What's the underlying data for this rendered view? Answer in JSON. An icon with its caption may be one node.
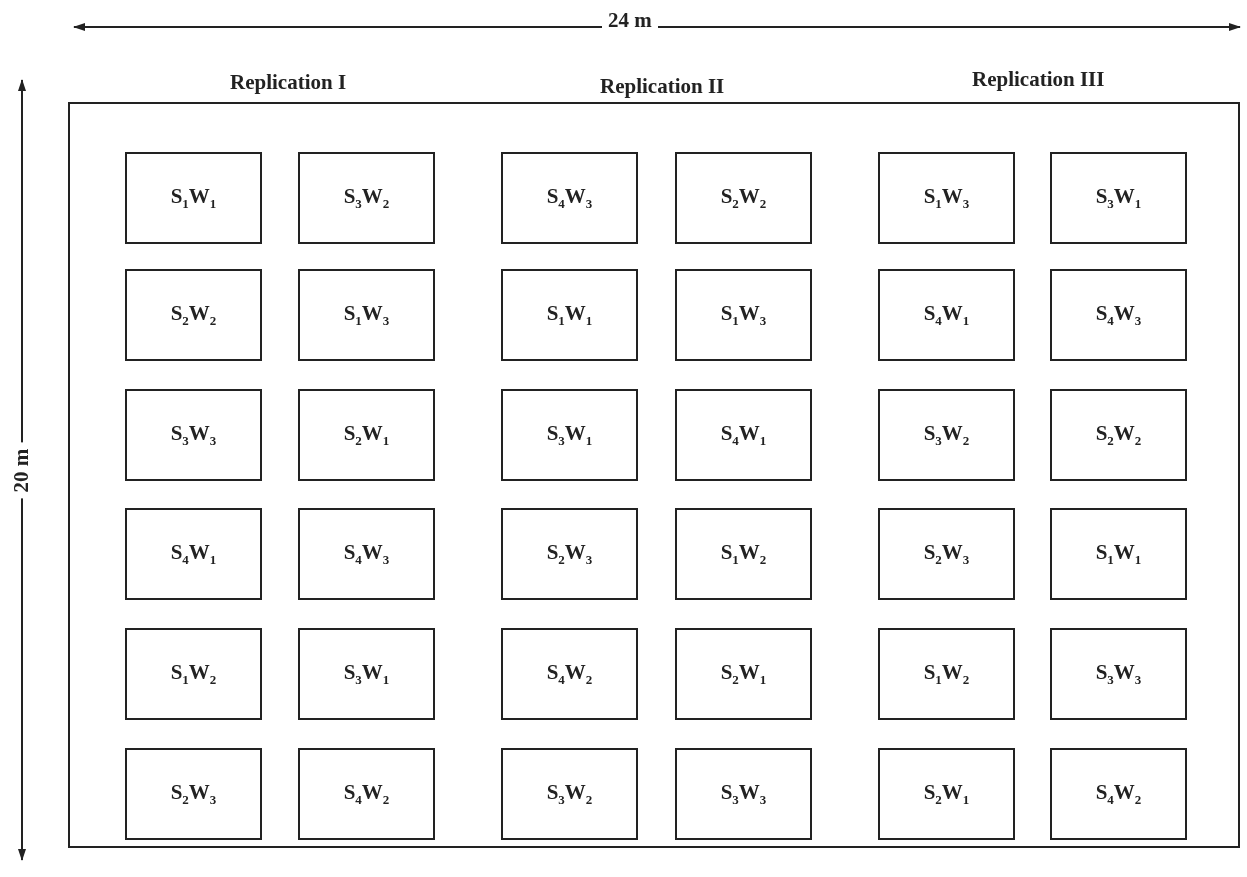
{
  "diagram": {
    "nodes": [
      {
        "text": [],
        "shape": "box"
      },
      {
        "text": [
          "S$_{1}$W$_{1}$"
        ],
        "in": 0
      },
      {
        "text": [
          "S$_{3}$W$_{2}$"
        ],
        "in": 0
      },
      {
        "text": [
          "S$_{4}$W$_{3}$"
        ],
        "in": 0
      },
      {
        "text": [
          "S$_{2}$W$_{2}$"
        ],
        "in": 0
      },
      {
        "text": [
          "S$_{1}$W$_{3}$"
        ],
        "in": 0
      },
      {
        "text": [
          "S$_{3}$W$_{1}$"
        ],
        "in": 0
      },
      {
        "text": [
          "S$_{2}$W$_{2}$"
        ],
        "in": 0
      },
      {
        "text": [
          "S$_{1}$W$_{3}$"
        ],
        "in": 0
      },
      {
        "text": [
          "S$_{1}$W$_{1}$"
        ],
        "in": 0
      },
      {
        "text": [
          "S$_{1}$W$_{3}$"
        ],
        "in": 0
      },
      {
        "text": [
          "S$_{4}$W$_{1}$"
        ],
        "in": 0
      },
      {
        "text": [
          "S$_{4}$W$_{3}$"
        ],
        "in": 0
      },
      {
        "text": [
          "S$_{3}$W$_{3}$"
        ],
        "in": 0
      },
      {
        "text": [
          "S$_{2}$W$_{1}$"
        ],
        "in": 0
      },
      {
        "text": [
          "S$_{3}$W$_{1}$"
        ],
        "in": 0
      },
      {
        "text": [
          "S$_{4}$W$_{1}$"
        ],
        "in": 0
      },
      {
        "text": [
          "S$_{3}$W$_{2}$"
        ],
        "in": 0
      },
      {
        "text": [
          "S$_{2}$W$_{2}$"
        ],
        "in": 0
      },
      {
        "text": [
          "S$_{4}$W$_{1}$"
        ],
        "in": 0
      },
      {
        "text": [
          "S$_{4}$W$_{3}$"
        ],
        "in": 0
      },
      {
        "text": [
          "S$_{2}$W$_{3}$"
        ],
        "in": 0
      },
      {
        "text": [
          "S$_{1}$W$_{2}$"
        ],
        "in": 0
      },
      {
        "text": [
          "S$_{2}$W$_{3}$"
        ],
        "in": 0
      },
      {
        "text": [
          "S$_{1}$W$_{1}$"
        ],
        "in": 0
      },
      {
        "text": [
          "S$_{1}$W$_{2}$"
        ],
        "in": 0
      },
      {
        "text": [
          "S$_{3}$W$_{1}$"
        ],
        "in": 0
      },
      {
        "text": [
          "S$_{4}$W$_{2}$"
        ],
        "in": 0
      },
      {
        "text": [
          "S$_{2}$W$_{1}$"
        ],
        "in": 0
      },
      {
        "text": [
          "S$_{1}$W$_{2}$"
        ],
        "in": 0
      },
      {
        "text": [
          "S$_{3}$W$_{3}$"
        ],
        "in": 0
      },
      {
        "text": [
          "S$_{2}$W$_{3}$"
        ],
        "in": 0
      },
      {
        "text": [
          "S$_{4}$W$_{2}$"
        ],
        "in": 0
      },
      {
        "text": [
          "S$_{3}$W$_{2}$"
        ],
        "in": 0
      },
      {
        "text": [
          "S$_{3}$W$_{3}$"
        ],
        "in": 0
      },
      {
        "text": [
          "S$_{2}$W$_{1}$"
        ],
        "in": 0
      },
      {
        "text": [
          "S$_{4}$W$_{2}$"
        ],
        "in": 0
      }
    ],
    "labels": [
      "24 m",
      "Replication I",
      "Replication II",
      "Replication III",
      "20 m"
    ]
  }
}
